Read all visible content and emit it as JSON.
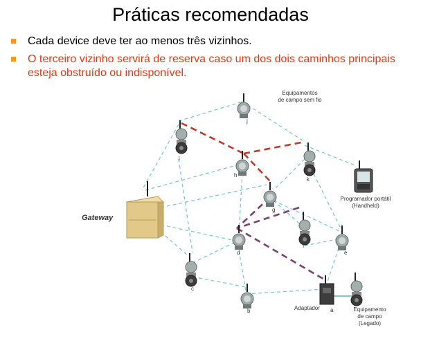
{
  "slide": {
    "title": "Práticas recomendadas",
    "bullets": [
      {
        "text": "Cada device deve ter ao menos três vizinhos.",
        "color": "#000000"
      },
      {
        "text": "O terceiro vizinho servirá de reserva caso um dos dois caminhos principais esteja obstruído ou indisponível.",
        "color": "#e8380d"
      }
    ],
    "bullet_marker_color": "#f39a1c"
  },
  "diagram": {
    "gateway_label": "Gateway",
    "wireless_field_label_line1": "Equipamentos",
    "wireless_field_label_line2": "de campo sem fio",
    "handheld_label_line1": "Programador portátil",
    "handheld_label_line2": "(Handheld)",
    "adapter_label": "Adaptador",
    "wired_field_label_line1": "Equipamento",
    "wired_field_label_line2": "de campo",
    "wired_field_label_line3": "(Legado)",
    "nodes": {
      "a": "a",
      "b": "b",
      "c": "c",
      "d": "d",
      "e": "e",
      "f": "f",
      "g": "g",
      "h": "h",
      "i": "i",
      "j": "j",
      "k": "k"
    },
    "colors": {
      "mesh_link": "#7ec8d0",
      "primary_path": "#c0392b",
      "backup_path": "#7b3f72",
      "gateway_box": "#e2c98a"
    }
  }
}
